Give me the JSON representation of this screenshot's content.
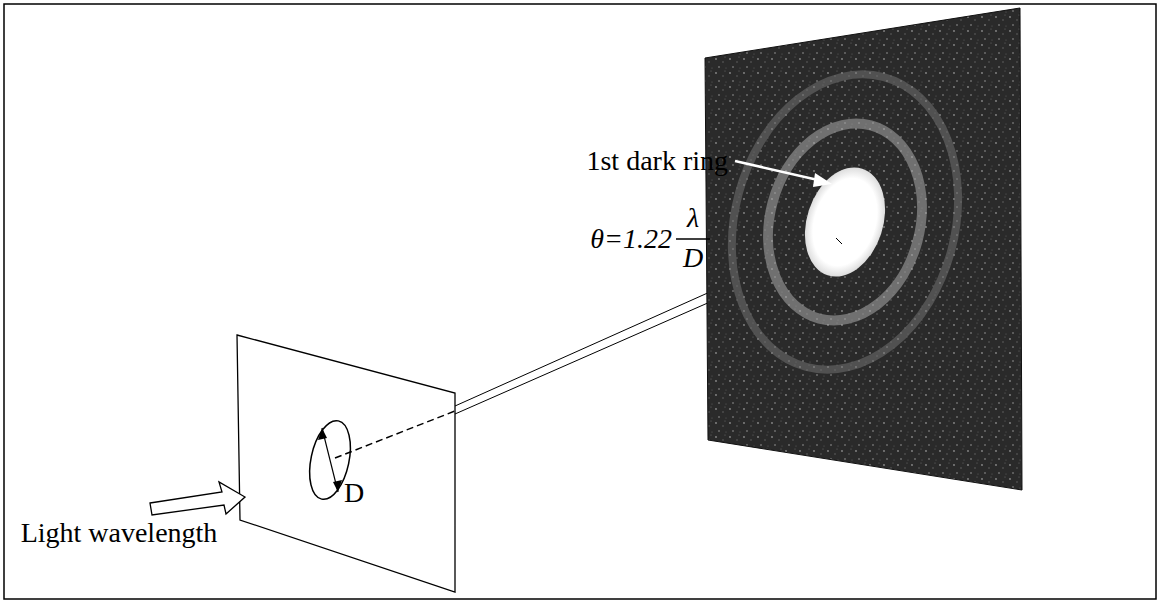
{
  "diagram": {
    "labels": [
      "1st dark ring",
      "θ=1.22",
      "λ",
      "D",
      "D",
      "Light wavelength"
    ]
  }
}
